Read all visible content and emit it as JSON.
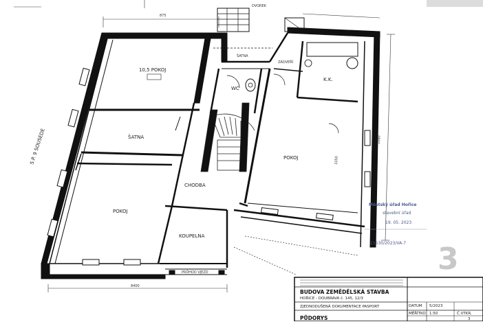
{
  "rooms": {
    "pokoj_upper": "10,5 POKOJ",
    "satna_left": "ŠATNA",
    "chodba": "CHODBA",
    "pokoj_lower": "POKOJ",
    "koupelna": "KOUPELNA",
    "satna_top": "ŠATNA",
    "zadveri": "ZÁDVEŘÍ",
    "wc": "WC",
    "kk": "K.K.",
    "pokoj_right": "POKOJ"
  },
  "labels": {
    "dvorek": "DVOREK",
    "side_vertical": "S.P. 9 SOUSEDE",
    "pruhod": "PRŮHOD VJEZD"
  },
  "stamp": {
    "line1": "Městský úřad Hořice",
    "line2": "stavební úřad",
    "date": "19. 05. 2023",
    "ref": "11530/2023/VA-7",
    "big_number": "3"
  },
  "title_block": {
    "project": "BUDOVA ZEMĚDĚLSKÁ STAVBA",
    "location": "HOŘICE - DOUBRAVA č. 145, 12/3",
    "doc_type": "ZJEDNODUŠENÁ DOKUMENTACE PASPORT",
    "drawing": "PŮDORYS",
    "datum_label": "DATUM",
    "datum_value": "5/2023",
    "meritko_label": "MĚŘÍTKO",
    "meritko_value": "1:50",
    "cis_label": "Č.VÝKR.",
    "cis_value": "3"
  },
  "dims": {
    "top": "875",
    "bottom": "8400",
    "right": "1080",
    "right2": "3350"
  }
}
